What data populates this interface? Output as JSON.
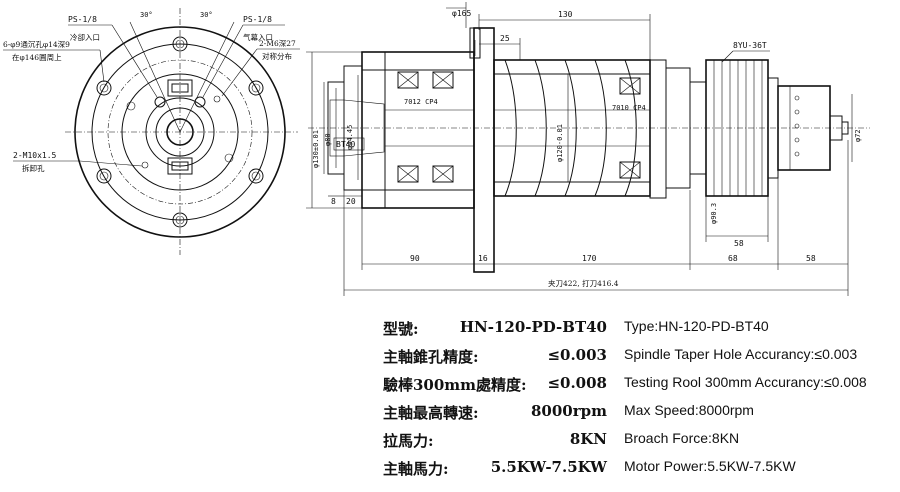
{
  "drawing": {
    "front_view": {
      "angle_left": "30°",
      "angle_right": "30°",
      "port_left": "PS-1/8",
      "port_left_desc": "冷卻入口",
      "port_right": "PS-1/8",
      "port_right_desc": "气幕入口",
      "hole_note_1": "6-φ9通沉孔φ14深9",
      "hole_note_2": "在φ146圓周上",
      "thread_note_1": "2-M6深27",
      "thread_note_2": "对称分布",
      "removal_note_1": "2-M10x1.5",
      "removal_note_2": "拆卸孔"
    },
    "side_view": {
      "dim_top_dia": "φ165",
      "dim_130": "130",
      "dim_25": "25",
      "belt": "8YU-36T",
      "bearing_front": "7012 CP4",
      "bearing_rear": "7010 CP4",
      "taper": "BT40",
      "dia_130": "φ130±0.01",
      "dia_80": "φ80",
      "dia_44": "φ44.45",
      "dia_120": "φ120-0.01",
      "dia_72": "φ72",
      "dia_90": "φ90.3",
      "dim_8": "8",
      "dim_20": "20",
      "dim_58_pulley": "58",
      "dim_90": "90",
      "dim_16": "16",
      "dim_170": "170",
      "dim_68": "68",
      "dim_58": "58",
      "total_length": "夹刀422, 打刀416.4"
    }
  },
  "specs": [
    {
      "cn_label": "型號:",
      "cn_value": "HN-120-PD-BT40",
      "en": "Type:HN-120-PD-BT40"
    },
    {
      "cn_label": "主軸錐孔精度:",
      "cn_value": "≤0.003",
      "en": "Spindle Taper Hole Accurancy:≤0.003"
    },
    {
      "cn_label": "驗棒300mm處精度:",
      "cn_value": "≤0.008",
      "en": "Testing Rool 300mm Accurancy:≤0.008"
    },
    {
      "cn_label": "主軸最高轉速:",
      "cn_value": "8000rpm",
      "en": "Max Speed:8000rpm"
    },
    {
      "cn_label": "拉馬力:",
      "cn_value": "8KN",
      "en": "Broach Force:8KN"
    },
    {
      "cn_label": "主軸馬力:",
      "cn_value": "5.5KW-7.5KW",
      "en": "Motor Power:5.5KW-7.5KW"
    }
  ]
}
